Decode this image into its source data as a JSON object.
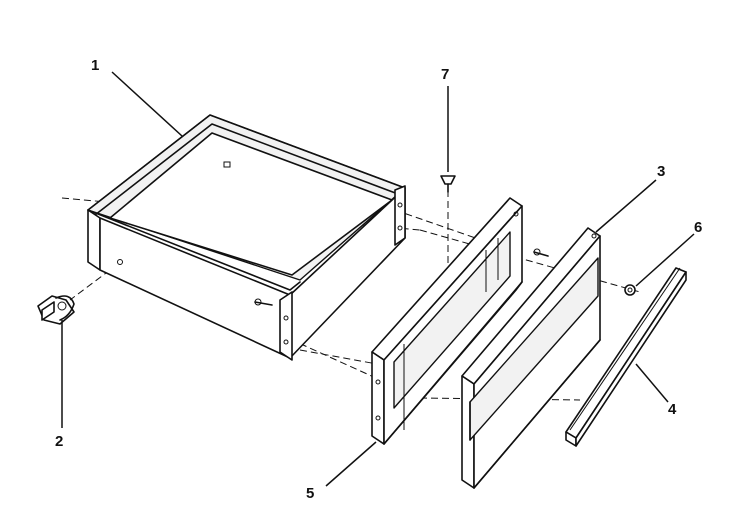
{
  "parts": [
    {
      "id": "part-1",
      "label": "1",
      "name": "drawer-body"
    },
    {
      "id": "part-2",
      "label": "2",
      "name": "drawer-slide-clip"
    },
    {
      "id": "part-3",
      "label": "3",
      "name": "drawer-front-panel"
    },
    {
      "id": "part-4",
      "label": "4",
      "name": "drawer-handle"
    },
    {
      "id": "part-5",
      "label": "5",
      "name": "drawer-front-frame"
    },
    {
      "id": "part-6",
      "label": "6",
      "name": "handle-fastener"
    },
    {
      "id": "part-7",
      "label": "7",
      "name": "mounting-screw"
    }
  ]
}
